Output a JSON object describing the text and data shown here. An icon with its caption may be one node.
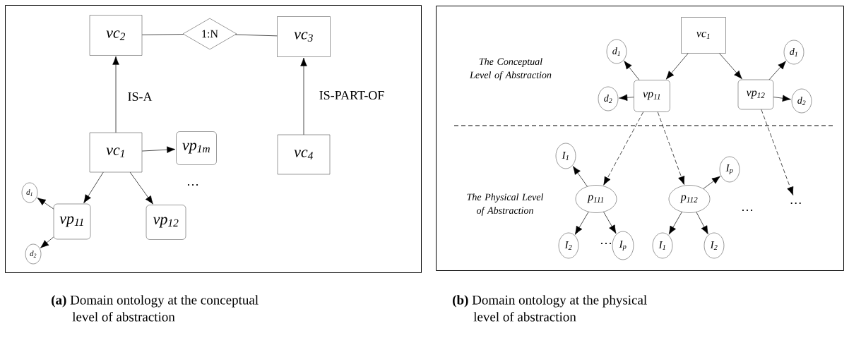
{
  "diagram": {
    "nodes": [
      {
        "text": [],
        "shape": "box"
      },
      {
        "text": [
          "vc$_{2}$"
        ],
        "in": 0
      },
      {
        "text": [
          "1:N"
        ],
        "in": 0
      },
      {
        "text": [
          "vc$_{3}$"
        ],
        "in": 0
      },
      {
        "text": [
          "vc$_{1}$"
        ],
        "in": 0
      },
      {
        "text": [
          "vp$_{1m}$"
        ],
        "in": 0
      },
      {
        "text": [
          "vc$_{4}$"
        ],
        "in": 0
      },
      {
        "text": [
          "d$_{1}$"
        ],
        "in": 0
      },
      {
        "text": [
          "vp$_{11}$"
        ],
        "in": 0
      },
      {
        "text": [
          "vp$_{12}$"
        ],
        "in": 0
      },
      {
        "text": [
          "d$_{2}$"
        ],
        "in": 0
      },
      {
        "text": [],
        "shape": "box"
      },
      {
        "text": [
          "vc$_{1}$"
        ],
        "in": 11
      },
      {
        "text": [
          "d$_{1}$"
        ],
        "in": 11
      },
      {
        "text": [
          "d$_{2}$"
        ],
        "in": 11
      },
      {
        "text": [
          "vp$_{11}$"
        ],
        "in": 11
      },
      {
        "text": [
          "vp$_{12}$"
        ],
        "in": 11
      },
      {
        "text": [
          "d$_{1}$"
        ],
        "in": 11
      },
      {
        "text": [
          "d$_{2}$"
        ],
        "in": 11
      },
      {
        "text": [
          "I$_{1}$"
        ],
        "in": 11
      },
      {
        "text": [
          "p$_{111}$"
        ],
        "in": 11
      },
      {
        "text": [
          "p$_{112}$"
        ],
        "in": 11
      },
      {
        "text": [
          "I$_{p}$"
        ],
        "in": 11
      },
      {
        "text": [
          "I$_{2}$"
        ],
        "in": 11
      },
      {
        "text": [
          "I$_{p}$"
        ],
        "in": 11
      },
      {
        "text": [
          "I$_{1}$"
        ],
        "in": 11
      },
      {
        "text": [
          "I$_{2}$"
        ],
        "in": 11
      },
      {
        "text": [
          "…"
        ],
        "in": 11
      }
    ],
    "edges": [
      {
        "from": 1,
        "to": 2,
        "arrow": "none"
      },
      {
        "from": 2,
        "to": 3,
        "arrow": "none"
      },
      {
        "from": 4,
        "to": 1,
        "arrow": "to",
        "label": "IS-A"
      },
      {
        "from": 6,
        "to": 3,
        "arrow": "to",
        "label": "IS-PART-OF"
      },
      {
        "from": 4,
        "to": 5,
        "arrow": "to"
      },
      {
        "from": 4,
        "to": 8,
        "arrow": "to"
      },
      {
        "from": 4,
        "to": 9,
        "arrow": "to"
      },
      {
        "from": 8,
        "to": 7,
        "arrow": "to"
      },
      {
        "from": 8,
        "to": 10,
        "arrow": "to"
      },
      {
        "from": 12,
        "to": 15,
        "arrow": "to"
      },
      {
        "from": 12,
        "to": 16,
        "arrow": "to"
      },
      {
        "from": 15,
        "to": 13,
        "arrow": "to"
      },
      {
        "from": 15,
        "to": 14,
        "arrow": "to"
      },
      {
        "from": 16,
        "to": 17,
        "arrow": "to"
      },
      {
        "from": 16,
        "to": 18,
        "arrow": "to"
      },
      {
        "from": 15,
        "to": 20,
        "arrow": "to",
        "style": "dashed"
      },
      {
        "from": 15,
        "to": 21,
        "arrow": "to",
        "style": "dashed"
      },
      {
        "from": 16,
        "to": 27,
        "arrow": "to",
        "style": "dashed"
      },
      {
        "from": 20,
        "to": 19,
        "arrow": "to"
      },
      {
        "from": 20,
        "to": 23,
        "arrow": "to"
      },
      {
        "from": 20,
        "to": 24,
        "arrow": "to"
      },
      {
        "from": 21,
        "to": 22,
        "arrow": "to"
      },
      {
        "from": 21,
        "to": 25,
        "arrow": "to"
      },
      {
        "from": 21,
        "to": 26,
        "arrow": "to"
      }
    ],
    "labels": [
      "…",
      "The Conceptual Level of Abstraction",
      "The Physical Level of Abstraction",
      "…",
      "…",
      "**(a)** Domain ontology at the conceptual level of abstraction",
      "**(b)** Domain ontology at the physical level of abstraction"
    ]
  }
}
